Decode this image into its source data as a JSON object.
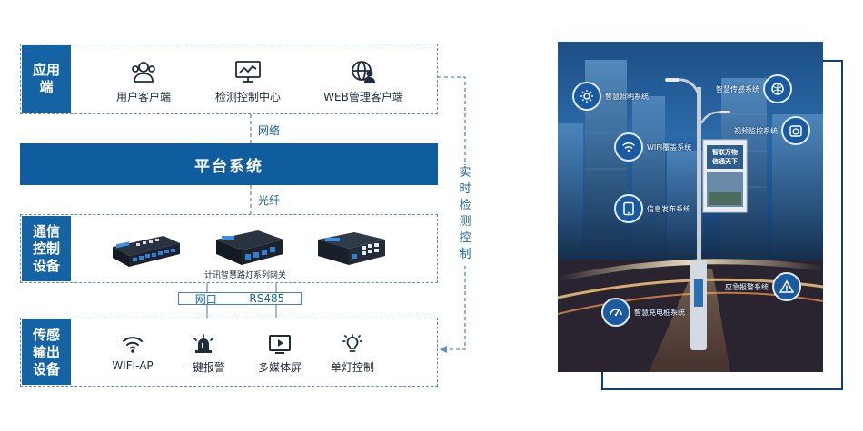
{
  "layers": {
    "application": {
      "tag": "应用端",
      "items": [
        {
          "label": "用户客户端",
          "icon": "users-icon"
        },
        {
          "label": "检测控制中心",
          "icon": "monitor-chart-icon"
        },
        {
          "label": "WEB管理客户端",
          "icon": "globe-user-icon"
        }
      ]
    },
    "network_label": "网络",
    "platform": "平台系统",
    "fiber_label": "光纤",
    "communication": {
      "tag": "通信控制设备",
      "caption": "计讯智慧路灯系列网关"
    },
    "interfaces": {
      "left": "网口",
      "right": "RS485"
    },
    "sensing": {
      "tag": "传感输出设备",
      "items": [
        {
          "label": "WIFI-AP",
          "icon": "wifi-icon"
        },
        {
          "label": "一键报警",
          "icon": "alarm-light-icon"
        },
        {
          "label": "多媒体屏",
          "icon": "video-screen-icon"
        },
        {
          "label": "单灯控制",
          "icon": "lightbulb-icon"
        }
      ]
    },
    "realtime_label": "实时检测控制"
  },
  "streetlight": {
    "screen_text": [
      "智联万物",
      "信通天下"
    ],
    "features": [
      {
        "label": "智慧照明系统",
        "icon": "sun-gear-icon"
      },
      {
        "label": "智慧传感系统",
        "icon": "sensor-ball-icon"
      },
      {
        "label": "视频监控系统",
        "icon": "camera-icon"
      },
      {
        "label": "WIFI覆盖系统",
        "icon": "wifi-icon"
      },
      {
        "label": "信息发布系统",
        "icon": "tablet-icon"
      },
      {
        "label": "应急报警系统",
        "icon": "warning-icon"
      },
      {
        "label": "智慧充电桩系统",
        "icon": "charging-gauge-icon"
      }
    ]
  },
  "colors": {
    "primary": "#1464a5",
    "dark": "#0f5c9e",
    "frame": "#0f3f73"
  }
}
